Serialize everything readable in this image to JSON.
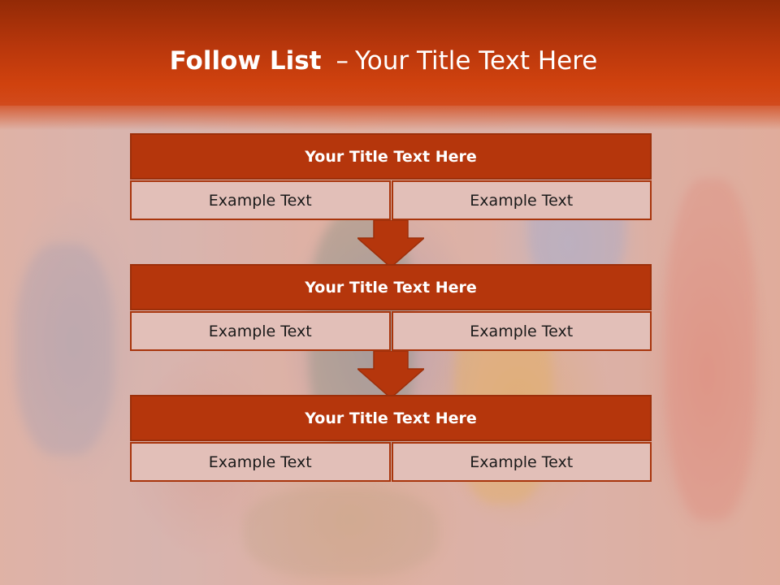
{
  "slide": {
    "title_bold": "Follow List",
    "title_dash": "–",
    "title_rest": "Your Title Text Here"
  },
  "blocks": [
    {
      "heading": "Your Title Text Here",
      "left_text": "Example Text",
      "right_text": "Example Text"
    },
    {
      "heading": "Your Title Text Here",
      "left_text": "Example Text",
      "right_text": "Example Text"
    },
    {
      "heading": "Your Title Text Here",
      "left_text": "Example Text",
      "right_text": "Example Text"
    }
  ],
  "colors": {
    "header_band": "#c13c0e",
    "block_heading": "#b5360c",
    "block_cell": "#e2bfb8",
    "arrow": "#b5360c"
  },
  "icons": [
    "down-arrow-icon",
    "down-arrow-icon"
  ]
}
